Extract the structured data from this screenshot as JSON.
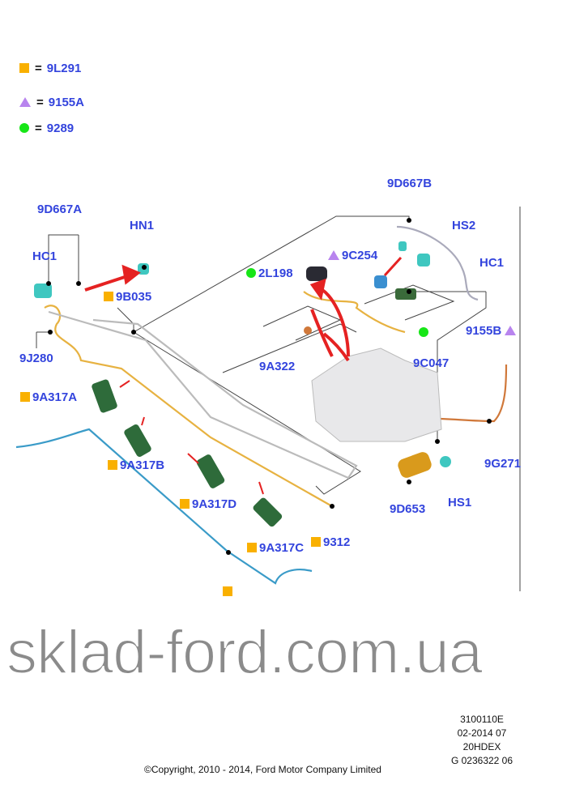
{
  "legend": [
    {
      "symbol": "square",
      "color": "#f9b000",
      "equals": "=",
      "part": "9L291"
    },
    {
      "symbol": "triangle",
      "color": "#b884ee",
      "equals": "=",
      "part": "9155A"
    },
    {
      "symbol": "circle",
      "color": "#17e617",
      "equals": "=",
      "part": "9289"
    }
  ],
  "callouts": {
    "c9D667A": "9D667A",
    "cHN1": "HN1",
    "cHC1_left": "HC1",
    "c9B035": "9B035",
    "c9J280": "9J280",
    "c9A317A": "9A317A",
    "c9A317B": "9A317B",
    "c9A317D": "9A317D",
    "c9A317C": "9A317C",
    "c9312": "9312",
    "c9D667B": "9D667B",
    "cHS2": "HS2",
    "c9C254": "9C254",
    "cHC1_right": "HC1",
    "c2L198": "2L198",
    "c9155B": "9155B",
    "c9A322": "9A322",
    "c9C047": "9C047",
    "c9G271": "9G271",
    "c9D653": "9D653",
    "cHS1": "HS1"
  },
  "watermark": "sklad-ford.com.ua",
  "meta": [
    "3100110E",
    "02-2014 07",
    "20HDEX",
    "G 0236322 06"
  ],
  "copyright": "©Copyright, 2010 - 2014, Ford Motor Company Limited"
}
